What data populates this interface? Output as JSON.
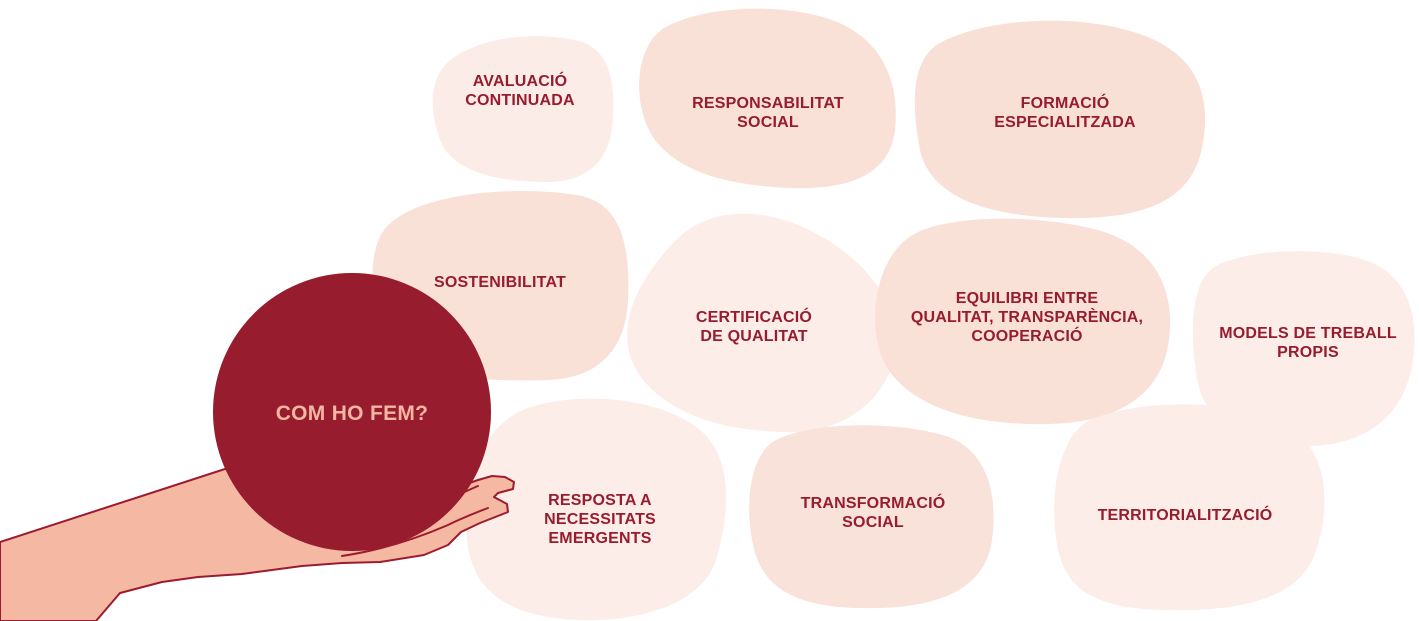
{
  "center": {
    "label": "COM HO FEM?"
  },
  "colors": {
    "accent": "#961c2e",
    "center_text": "#f4b5a4",
    "blob_light": "#fcece7",
    "blob_mid": "#f9e0d7",
    "hand_fill": "#f5b8a2",
    "hand_stroke": "#9c1b2f"
  },
  "blobs": [
    {
      "key": "avaluacio",
      "lines": [
        "AVALUACIÓ",
        "CONTINUADA"
      ]
    },
    {
      "key": "responsabilitat",
      "lines": [
        "RESPONSABILITAT",
        "SOCIAL"
      ]
    },
    {
      "key": "formacio",
      "lines": [
        "FORMACIÓ",
        "ESPECIALITZADA"
      ]
    },
    {
      "key": "sostenibilitat",
      "lines": [
        "SOSTENIBILITAT"
      ]
    },
    {
      "key": "certificacio",
      "lines": [
        "CERTIFICACIÓ",
        "DE QUALITAT"
      ]
    },
    {
      "key": "equilibri",
      "lines": [
        "EQUILIBRI ENTRE",
        "QUALITAT, TRANSPARÈNCIA,",
        "COOPERACIÓ"
      ]
    },
    {
      "key": "models",
      "lines": [
        "MODELS DE TREBALL",
        "PROPIS"
      ]
    },
    {
      "key": "resposta",
      "lines": [
        "RESPOSTA A",
        "NECESSITATS",
        "EMERGENTS"
      ]
    },
    {
      "key": "transformacio",
      "lines": [
        "TRANSFORMACIÓ",
        "SOCIAL"
      ]
    },
    {
      "key": "territorialitzacio",
      "lines": [
        "TERRITORIALITZACIÓ"
      ]
    }
  ]
}
